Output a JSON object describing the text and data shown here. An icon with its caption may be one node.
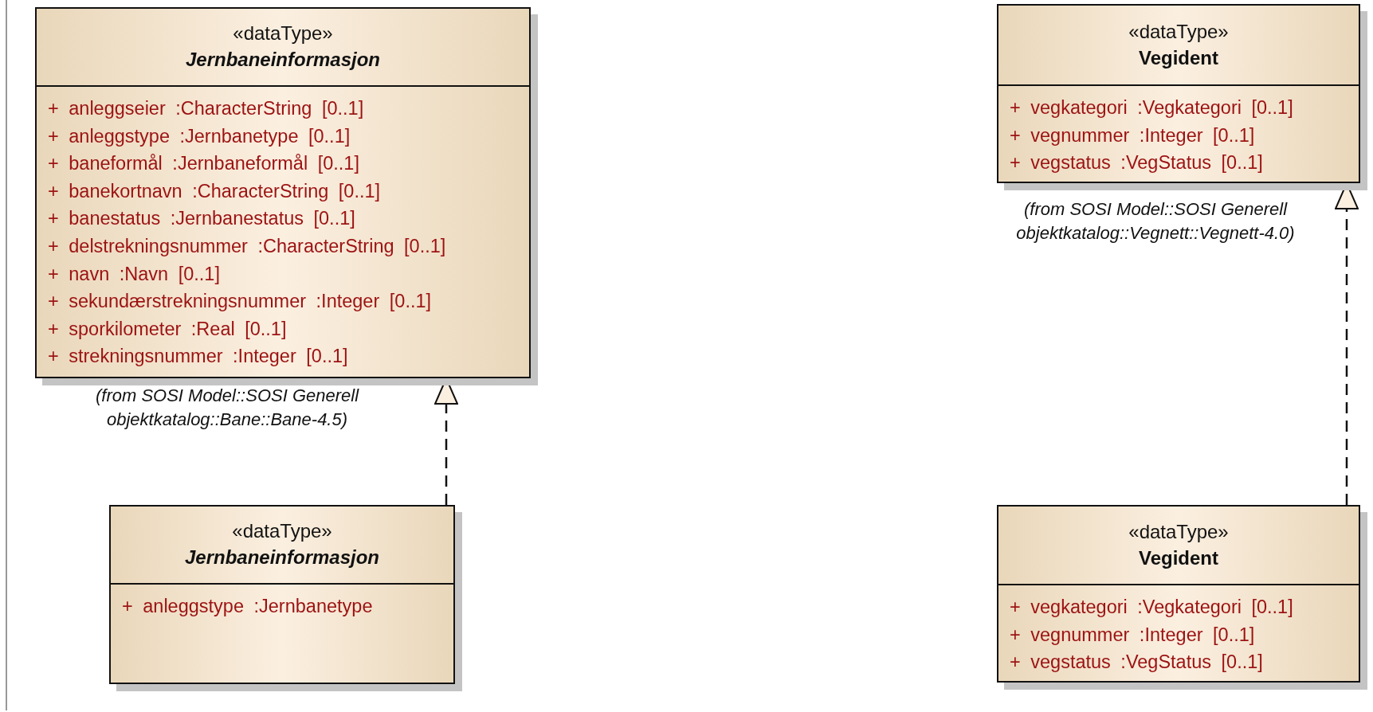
{
  "diagram": {
    "nodes": [
      {
        "text": [
          "«dataType»",
          "Jernbaneinformasjon",
          "+ anleggseier :CharacterString [0..1]",
          "+ anleggstype :Jernbanetype [0..1]",
          "+ baneformål :Jernbaneformål [0..1]",
          "+ banekortnavn :CharacterString [0..1]",
          "+ banestatus :Jernbanestatus [0..1]",
          "+ delstrekningsnummer :CharacterString [0..1]",
          "+ navn :Navn [0..1]",
          "+ sekundærstrekningsnummer :Integer [0..1]",
          "+ sporkilometer :Real [0..1]",
          "+ strekningsnummer :Integer [0..1]"
        ],
        "beside": [
          "(from SOSI Model::SOSI Generell objektkatalog::Bane::Bane-4.5)"
        ]
      },
      {
        "text": [
          "«dataType»",
          "Vegident",
          "+ vegkategori :Vegkategori [0..1]",
          "+ vegnummer :Integer [0..1]",
          "+ vegstatus :VegStatus [0..1]"
        ],
        "beside": [
          "(from SOSI Model::SOSI Generell objektkatalog::Vegnett::Vegnett-4.0)"
        ]
      },
      {
        "text": [
          "«dataType»",
          "Jernbaneinformasjon",
          "+ anleggstype :Jernbanetype"
        ]
      },
      {
        "text": [
          "«dataType»",
          "Vegident",
          "+ vegkategori :Vegkategori [0..1]",
          "+ vegnummer :Integer [0..1]",
          "+ vegstatus :VegStatus [0..1]"
        ]
      }
    ],
    "edges": [
      {
        "from": 2,
        "to": 0,
        "arrow": "to",
        "style": "dashed"
      },
      {
        "from": 3,
        "to": 1,
        "arrow": "to",
        "style": "dashed"
      }
    ]
  }
}
